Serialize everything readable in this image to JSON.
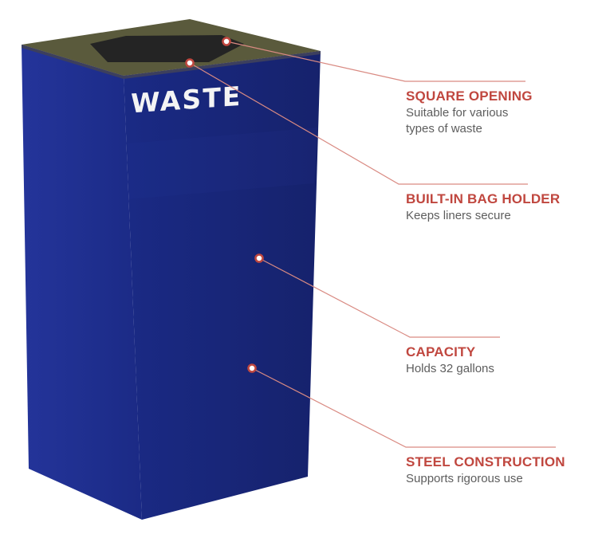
{
  "product": {
    "label": "WASTE",
    "colors": {
      "front": "#1f2f8f",
      "side": "#1a2778",
      "top": "#5a5a3c",
      "opening": "#242424",
      "label": "#f4f4f4",
      "accent": "#c0473f",
      "leader": "#d98a82"
    }
  },
  "callouts": [
    {
      "title": "SQUARE OPENING",
      "desc_lines": [
        "Suitable for various",
        "types of waste"
      ]
    },
    {
      "title": "BUILT-IN BAG HOLDER",
      "desc_lines": [
        "Keeps liners secure"
      ]
    },
    {
      "title": "CAPACITY",
      "desc_lines": [
        "Holds 32 gallons"
      ]
    },
    {
      "title": "STEEL CONSTRUCTION",
      "desc_lines": [
        "Supports rigorous use"
      ]
    }
  ]
}
